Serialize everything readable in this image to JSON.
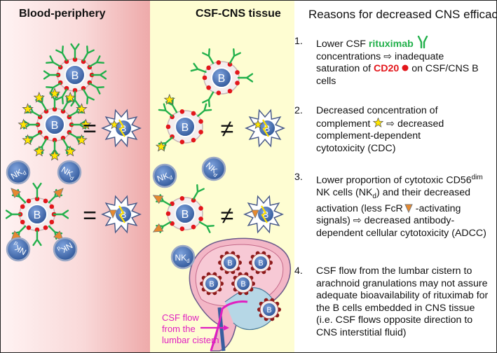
{
  "panels": {
    "blood_title": "Blood-periphery",
    "csf_title": "CSF-CNS tissue",
    "reasons_title": "Reasons for decreased CNS efficacy"
  },
  "cell_labels": {
    "b": "B",
    "nk": "NK",
    "nk_sub": "d"
  },
  "relations": {
    "equal": "=",
    "not_equal": "≠"
  },
  "brain_label": "CSF flow from the lumbar cistern",
  "reasons": [
    {
      "num": "1.",
      "pre": "Lower CSF ",
      "drug": "rituximab",
      "mid": " concentrations ⇨ inadequate saturation of ",
      "target": "CD20",
      "post": " on CSF/CNS B cells"
    },
    {
      "num": "2.",
      "pre": "Decreased concentration of complement ",
      "post": " ⇨ decreased complement-dependent cytotoxicity (CDC)"
    },
    {
      "num": "3.",
      "pre": "Lower proportion of cytotoxic CD56",
      "sup": "dim",
      "mid": " NK cells (NK",
      "sub": "d",
      "mid2": ") and their decreased activation (less FcR",
      "post": " -activating signals) ⇨ decreased antibody-dependent cellular cytotoxicity (ADCC)"
    },
    {
      "num": "4.",
      "text": "CSF flow from the lumbar cistern to arachnoid granulations may not assure adequate bioavailability of rituximab for the B cells embedded in CNS tissue (i.e. CSF flows opposite direction to CNS interstitial fluid)"
    }
  ],
  "colors": {
    "rituximab_green": "#22b04b",
    "cd20_red": "#e3161b",
    "b_cell_blue": "#4a73b8",
    "complement_yellow": "#ffe600",
    "fcr_orange": "#e6892f",
    "csf_magenta": "#e020c0",
    "blood_panel": "#f2bcbc",
    "csf_panel": "#fefdd2"
  },
  "icons": [
    "y-antibody-icon",
    "cd20-dot-icon",
    "complement-star-icon",
    "fcr-triangle-icon",
    "lysed-b-cell-icon",
    "brain-icon"
  ]
}
